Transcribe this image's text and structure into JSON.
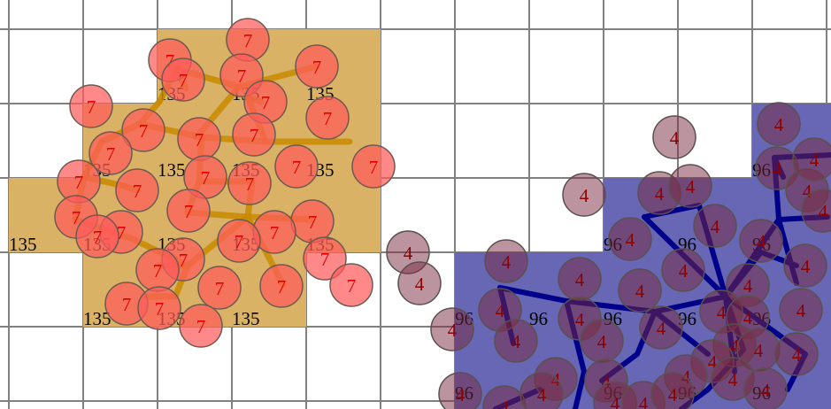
{
  "colors": {
    "background": "#ffffff",
    "grid": "#808080",
    "gold_fill": "#d9b266",
    "gold_edge": "#c98a00",
    "red_node": "#ff5a5a",
    "red_text": "#e00000",
    "blue_fill": "#6767b5",
    "blue_edge": "#00008b",
    "dark_node": "#7a2a40",
    "dark_text": "#8b0000"
  },
  "gold_region": {
    "cell_value": "135",
    "node_value": "7"
  },
  "blue_region": {
    "cell_value": "96",
    "node_value": "4"
  }
}
